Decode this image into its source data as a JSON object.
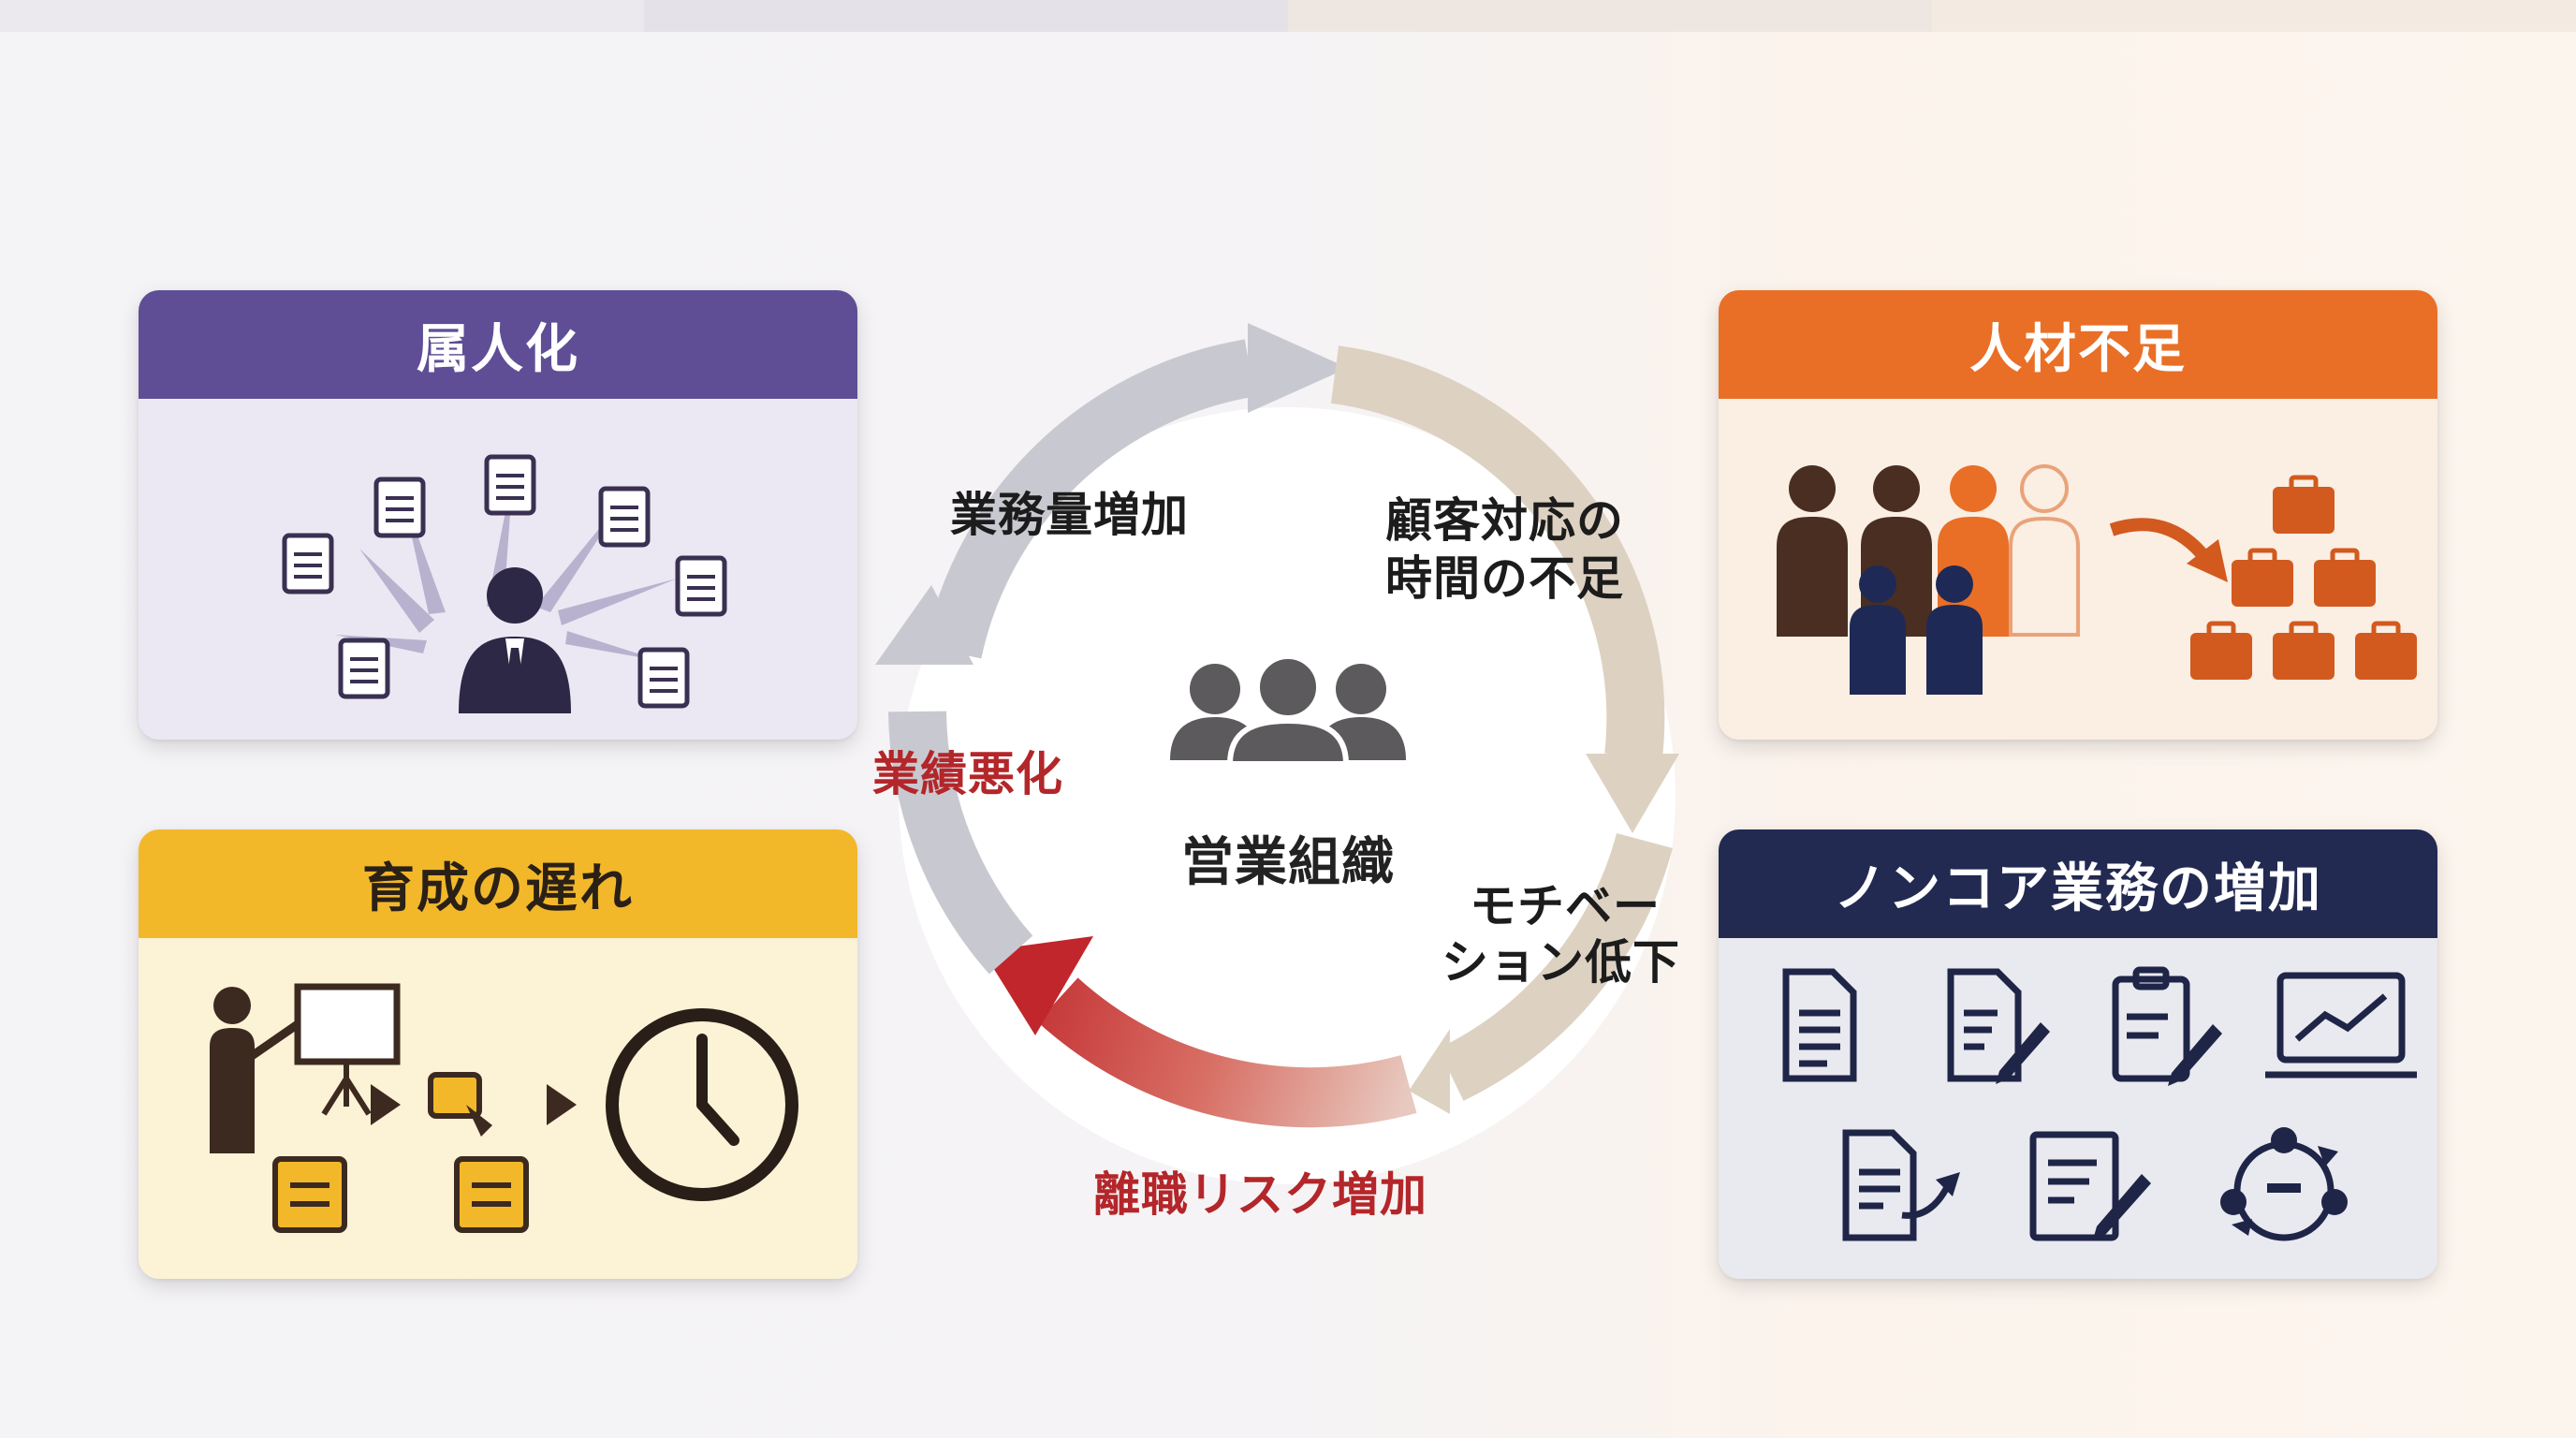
{
  "cards": {
    "top_left": {
      "title": "属人化"
    },
    "top_right": {
      "title": "人材不足"
    },
    "bottom_left": {
      "title": "育成の遅れ"
    },
    "bottom_right": {
      "title": "ノンコア業務の増加"
    }
  },
  "center": {
    "label": "営業組織",
    "icon": "group-people-icon"
  },
  "cycle_labels": {
    "workload": "業務量増加",
    "customer_1": "顧客対応の",
    "customer_2": "時間の不足",
    "motivation_1": "モチベー",
    "motivation_2": "ション低下",
    "turnover": "離職リスク増加",
    "performance": "業績悪化"
  },
  "colors": {
    "purple": "#5f4e96",
    "orange": "#e96f26",
    "yellow": "#f2b82a",
    "navy": "#222a52",
    "risk_red": "#c0262b"
  }
}
